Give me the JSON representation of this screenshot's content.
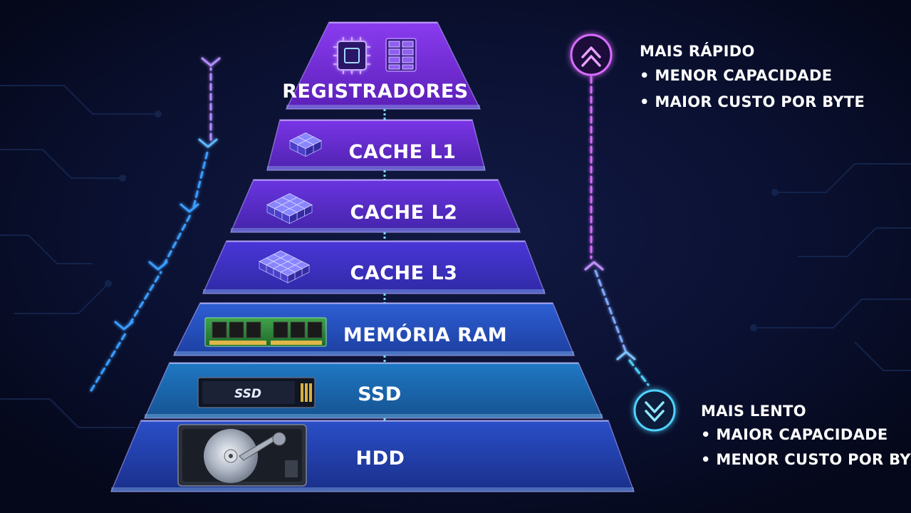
{
  "pyramid": {
    "levels": [
      {
        "label": "REGISTRADORES",
        "icon": "cpu-chip-icon",
        "color_top": "#8a3cf0",
        "color_bottom": "#5b1fb8"
      },
      {
        "label": "CACHE L1",
        "icon": "cubes-icon",
        "color_top": "#7a35e6",
        "color_bottom": "#4f22b0"
      },
      {
        "label": "CACHE L2",
        "icon": "cubes-icon",
        "color_top": "#6a34e0",
        "color_bottom": "#4424aa"
      },
      {
        "label": "CACHE L3",
        "icon": "cubes-icon",
        "color_top": "#4a36d8",
        "color_bottom": "#2f2aa6"
      },
      {
        "label": "MEMÓRIA RAM",
        "icon": "ram-module-icon",
        "color_top": "#2d5fd4",
        "color_bottom": "#1d3fa0"
      },
      {
        "label": "SSD",
        "icon": "ssd-drive-icon",
        "color_top": "#1f78c4",
        "color_bottom": "#155391"
      },
      {
        "label": "HDD",
        "icon": "hard-disk-icon",
        "color_top": "#2a4fc8",
        "color_bottom": "#1a2f8a"
      }
    ],
    "ssd_chip_text": "SSD"
  },
  "fast_note": {
    "heading": "MAIS RÁPIDO",
    "items": [
      "• MENOR CAPACIDADE",
      "• MAIOR CUSTO POR BYTE"
    ],
    "accent": "#d86cff",
    "icon": "double-chevron-up-icon"
  },
  "slow_note": {
    "heading": "MAIS LENTO",
    "items": [
      "• MAIOR CAPACIDADE",
      "• MENOR CUSTO POR BYTE"
    ],
    "accent": "#4fd2ff",
    "icon": "double-chevron-down-icon"
  },
  "colors": {
    "background": "#070b1e",
    "circuit": "#14234a",
    "arrow_left": "#3b9dff",
    "arrow_left_top": "#b48cff"
  }
}
